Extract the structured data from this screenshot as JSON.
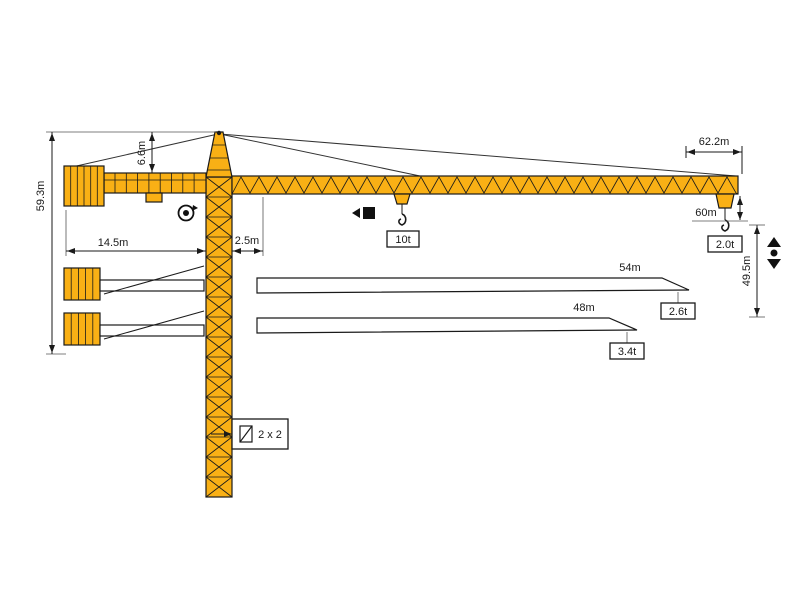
{
  "colors": {
    "crane": "#F9B015",
    "outline": "#1A1A1A",
    "background": "#FFFFFF"
  },
  "dimensions": {
    "total_height": "59.3m",
    "tower_head_height": "6.6m",
    "counterjib_length": "14.5m",
    "mast_to_pivot": "2.5m",
    "max_jib_length": "62.2m",
    "max_hook_depth": "60m",
    "hook_height": "49.5m"
  },
  "loads": {
    "max_load": "10t",
    "tip_load_62": "2.0t",
    "tip_load_54": "2.6t",
    "tip_load_48": "3.4t"
  },
  "jib_variants": {
    "jib_54": "54m",
    "jib_48": "48m"
  },
  "mast_section": "2 x 2",
  "icons": [
    "slewing-icon",
    "trolley-travel-icon",
    "hoist-icon",
    "hook-icon",
    "mast-section-icon"
  ]
}
